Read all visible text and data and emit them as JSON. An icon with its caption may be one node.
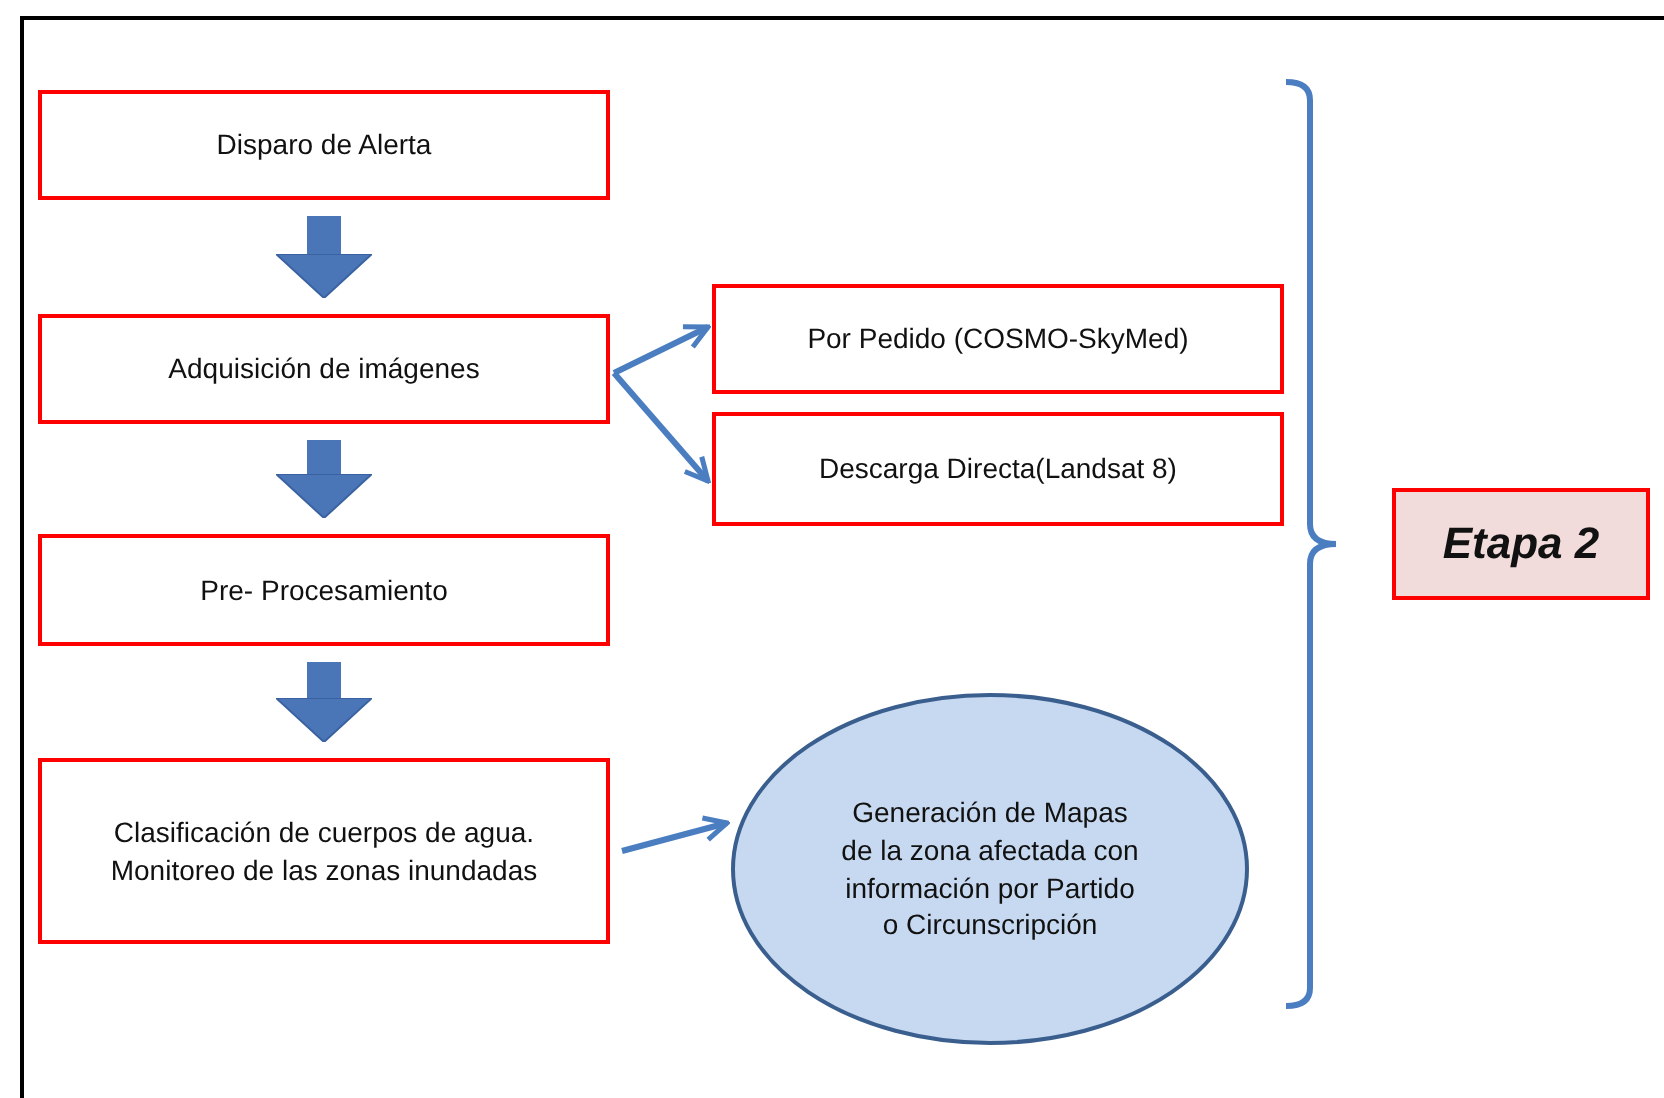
{
  "diagram": {
    "nodes": [
      {
        "text": [
          "Disparo de Alerta"
        ]
      },
      {
        "text": [
          "Adquisición de imágenes"
        ]
      },
      {
        "text": [
          "Pre- Procesamiento"
        ]
      },
      {
        "text": [
          "Clasificación de cuerpos de agua. Monitoreo de las zonas inundadas"
        ]
      },
      {
        "text": [
          "Por Pedido (COSMO-SkyMed)"
        ]
      },
      {
        "text": [
          "Descarga Directa(Landsat 8)"
        ]
      },
      {
        "text": [
          "Generación de Mapas de la zona afectada con información por Partido o Circunscripción"
        ]
      },
      {
        "text": [
          "Etapa 2"
        ]
      }
    ],
    "edges": [
      {
        "from": 0,
        "to": 1,
        "arrow": "to",
        "style": "thick"
      },
      {
        "from": 1,
        "to": 2,
        "arrow": "to",
        "style": "thick"
      },
      {
        "from": 2,
        "to": 3,
        "arrow": "to",
        "style": "thick"
      },
      {
        "from": 1,
        "to": 4,
        "arrow": "to"
      },
      {
        "from": 1,
        "to": 5,
        "arrow": "to"
      },
      {
        "from": 3,
        "to": 6,
        "arrow": "to"
      }
    ]
  }
}
